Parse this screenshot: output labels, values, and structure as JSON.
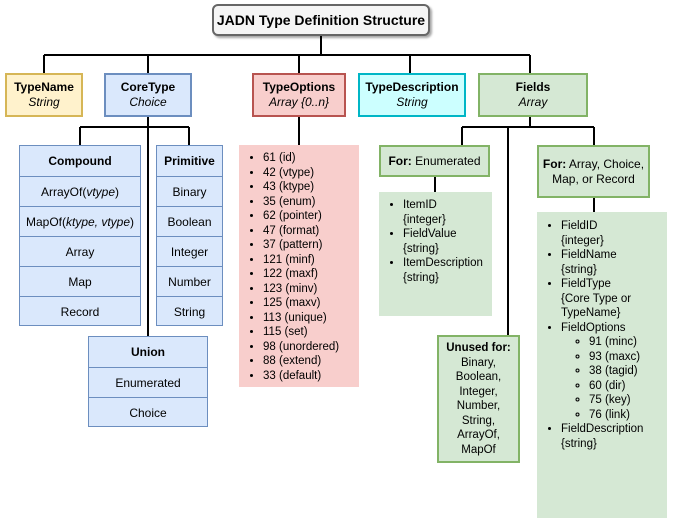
{
  "title": "JADN Type Definition Structure",
  "type_name": {
    "label": "TypeName",
    "type": "String"
  },
  "core_type": {
    "label": "CoreType",
    "type": "Choice",
    "compound": {
      "header": "Compound",
      "items": [
        "Array",
        "Map",
        "Record"
      ],
      "arrayof_prefix": "ArrayOf(",
      "arrayof_arg": "vtype",
      "arrayof_suffix": ")",
      "mapof_prefix": "MapOf(",
      "mapof_arg": "ktype, vtype",
      "mapof_suffix": ")"
    },
    "primitive": {
      "header": "Primitive",
      "items": [
        "Binary",
        "Boolean",
        "Integer",
        "Number",
        "String"
      ]
    },
    "union": {
      "header": "Union",
      "items": [
        "Enumerated",
        "Choice"
      ]
    }
  },
  "type_options": {
    "label": "TypeOptions",
    "type": "Array {0..n}",
    "items": [
      "61 (id)",
      "42 (vtype)",
      "43 (ktype)",
      "35 (enum)",
      "62 (pointer)",
      "47 (format)",
      "37 (pattern)",
      "121 (minf)",
      "122 (maxf)",
      "123 (minv)",
      "125 (maxv)",
      "113 (unique)",
      "115 (set)",
      "98 (unordered)",
      "88 (extend)",
      "33 (default)"
    ]
  },
  "type_description": {
    "label": "TypeDescription",
    "type": "String"
  },
  "fields": {
    "label": "Fields",
    "type": "Array",
    "enumerated": {
      "for_label": "For:",
      "for_value": "Enumerated",
      "items": [
        {
          "name": "ItemID",
          "type": "{integer}"
        },
        {
          "name": "FieldValue",
          "type": "{string}"
        },
        {
          "name": "ItemDescription",
          "type": "{string}"
        }
      ]
    },
    "unused": {
      "label": "Unused for:",
      "items": [
        "Binary,",
        "Boolean,",
        "Integer,",
        "Number,",
        "String,",
        "ArrayOf,",
        "MapOf"
      ]
    },
    "other": {
      "for_label": "For:",
      "for_value": "Array, Choice,",
      "for_value2": "Map, or Record",
      "field_id": {
        "name": "FieldID",
        "type": "{integer}"
      },
      "field_name": {
        "name": "FieldName",
        "type": "{string}"
      },
      "field_type": {
        "name": "FieldType",
        "type1": "{Core Type or",
        "type2": "TypeName}"
      },
      "field_options": {
        "name": "FieldOptions",
        "items": [
          "91 (minc)",
          "93 (maxc)",
          "38 (tagid)",
          "60 (dir)",
          "75 (key)",
          "76 (link)"
        ]
      },
      "field_description": {
        "name": "FieldDescription",
        "type": "{string}"
      }
    }
  }
}
